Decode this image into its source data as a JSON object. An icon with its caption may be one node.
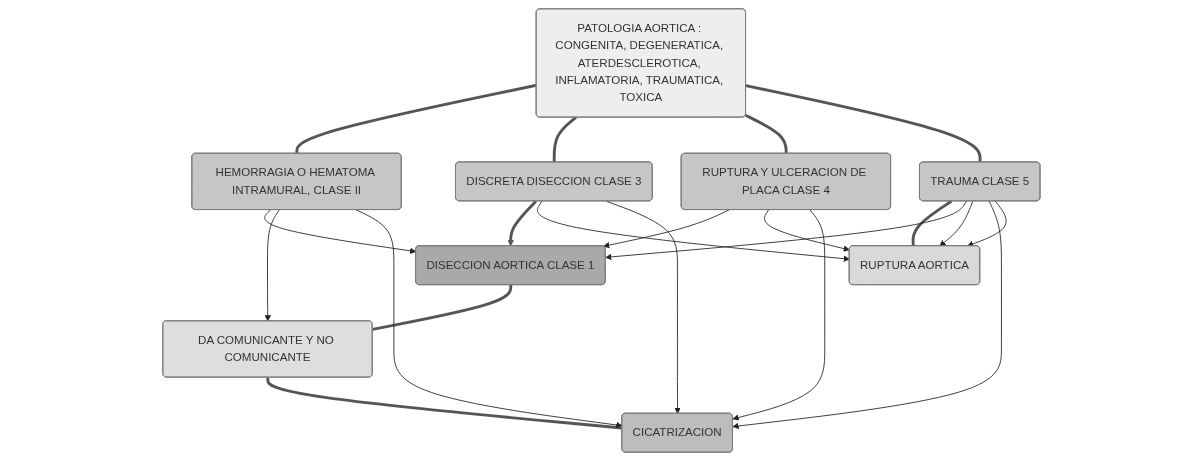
{
  "diagram": {
    "nodes": [
      {
        "text": [
          "PATOLOGIA AORTICA : CONGENITA, DEGENERATICA, ATERDESCLEROTICA, INFLAMATORIA, TRAUMATICA, TOXICA"
        ]
      },
      {
        "text": [
          "HEMORRAGIA O HEMATOMA INTRAMURAL, CLASE II"
        ]
      },
      {
        "text": [
          "DISCRETA DISECCION CLASE 3"
        ]
      },
      {
        "text": [
          "RUPTURA Y ULCERACION DE PLACA CLASE 4"
        ]
      },
      {
        "text": [
          "TRAUMA CLASE 5"
        ]
      },
      {
        "text": [
          "DISECCION AORTICA CLASE 1"
        ]
      },
      {
        "text": [
          "RUPTURA AORTICA"
        ]
      },
      {
        "text": [
          "DA COMUNICANTE Y NO COMUNICANTE"
        ]
      },
      {
        "text": [
          "CICATRIZACION"
        ]
      }
    ],
    "edges": [
      {
        "from": 0,
        "to": 1,
        "arrow": "none",
        "style": "thick"
      },
      {
        "from": 0,
        "to": 2,
        "arrow": "none",
        "style": "thick"
      },
      {
        "from": 0,
        "to": 3,
        "arrow": "none",
        "style": "thick"
      },
      {
        "from": 0,
        "to": 4,
        "arrow": "none",
        "style": "thick"
      },
      {
        "from": 2,
        "to": 5,
        "arrow": "to",
        "style": "thick"
      },
      {
        "from": 4,
        "to": 6,
        "arrow": "none",
        "style": "thick"
      },
      {
        "from": 5,
        "to": 7,
        "arrow": "none",
        "style": "thick"
      },
      {
        "from": 7,
        "to": 8,
        "arrow": "none",
        "style": "thick"
      },
      {
        "from": 1,
        "to": 5,
        "arrow": "to"
      },
      {
        "from": 1,
        "to": 7,
        "arrow": "to"
      },
      {
        "from": 1,
        "to": 8,
        "arrow": "to"
      },
      {
        "from": 2,
        "to": 6,
        "arrow": "to"
      },
      {
        "from": 2,
        "to": 8,
        "arrow": "to"
      },
      {
        "from": 3,
        "to": 5,
        "arrow": "to"
      },
      {
        "from": 3,
        "to": 6,
        "arrow": "to"
      },
      {
        "from": 3,
        "to": 8,
        "arrow": "to"
      },
      {
        "from": 4,
        "to": 5,
        "arrow": "to"
      },
      {
        "from": 4,
        "to": 6,
        "arrow": "to"
      },
      {
        "from": 4,
        "to": 8,
        "arrow": "to"
      },
      {
        "from": 4,
        "to": 6,
        "arrow": "to"
      }
    ]
  }
}
